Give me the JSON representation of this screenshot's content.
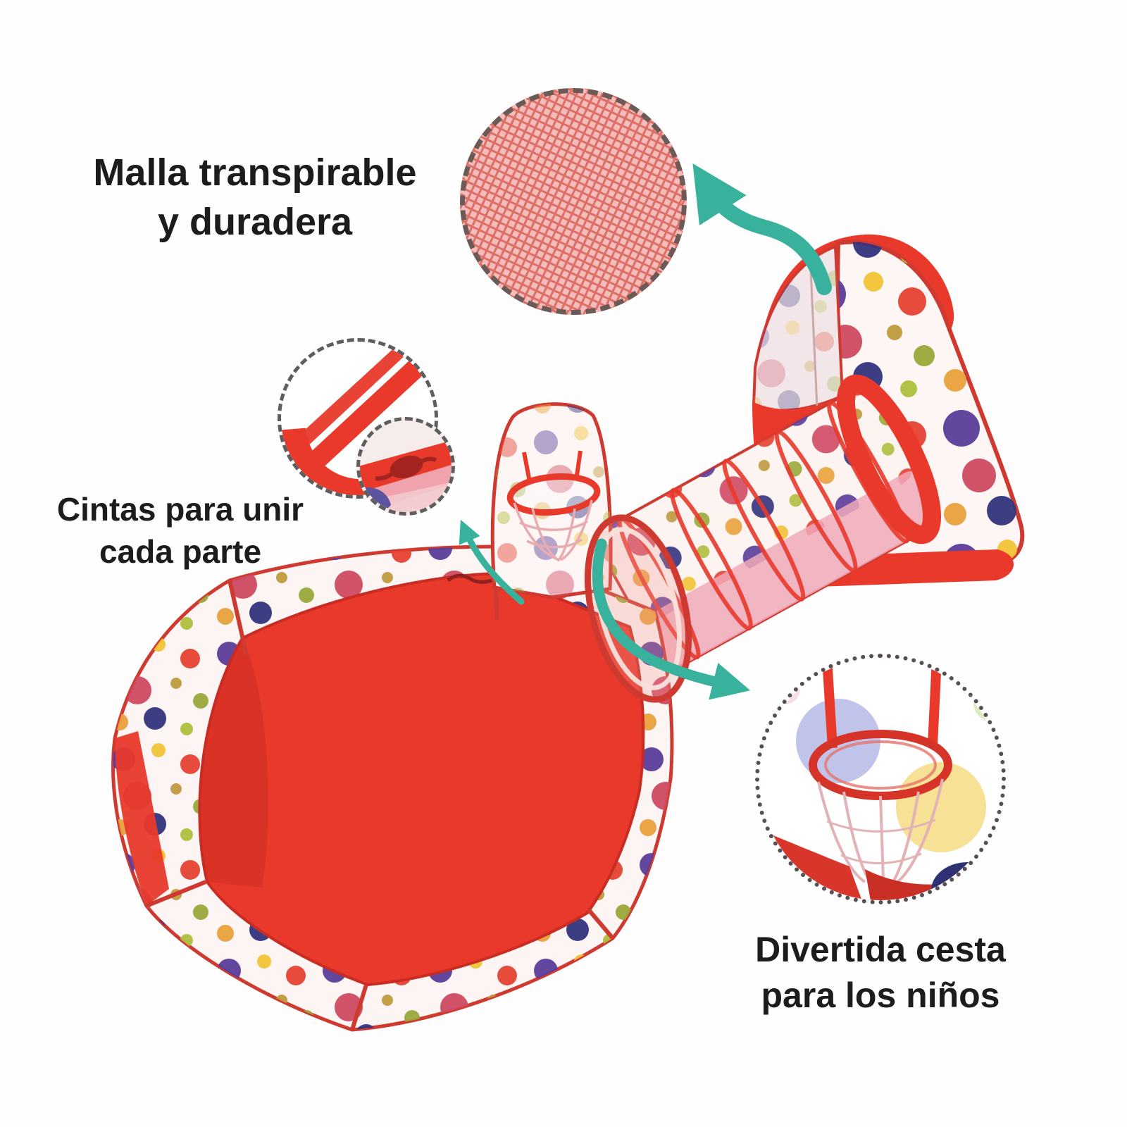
{
  "colors": {
    "red": "#e8392b",
    "red_dark": "#cf3a30",
    "teal": "#38b29c",
    "text": "#1d1b1b",
    "dash": "#6b5a55",
    "dash_gray": "#5e5e5e",
    "pink_band": "#f0a9ba",
    "mesh_pink": "#f4bcba",
    "mesh_line": "#de6f67",
    "dot_purple": "#5b3d99",
    "dot_navy": "#33337e",
    "dot_yellow": "#f2c335",
    "dot_gold": "#c09a3e",
    "dot_olive": "#9aa83a",
    "dot_green": "#aebf3e",
    "dot_red": "#e54232",
    "dot_crimson": "#cf4a63",
    "dot_orange": "#e9a23b",
    "dot_pink": "#e8739a"
  },
  "labels": {
    "mesh": {
      "line1": "Malla transpirable",
      "line2": "y duradera"
    },
    "straps": {
      "line1": "Cintas para unir",
      "line2": "cada parte"
    },
    "basket": {
      "line1": "Divertida cesta",
      "line2": "para los niños"
    }
  }
}
